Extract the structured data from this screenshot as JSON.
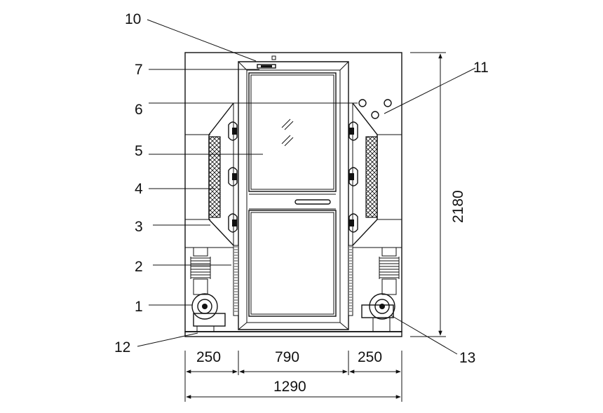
{
  "callouts": [
    {
      "id": "10",
      "label": "10"
    },
    {
      "id": "7",
      "label": "7"
    },
    {
      "id": "6",
      "label": "6"
    },
    {
      "id": "5",
      "label": "5"
    },
    {
      "id": "4",
      "label": "4"
    },
    {
      "id": "3",
      "label": "3"
    },
    {
      "id": "2",
      "label": "2"
    },
    {
      "id": "1",
      "label": "1"
    },
    {
      "id": "12",
      "label": "12"
    },
    {
      "id": "11",
      "label": "11"
    },
    {
      "id": "13",
      "label": "13"
    }
  ],
  "dimensions": {
    "left_width": "250",
    "center_width": "790",
    "right_width": "250",
    "total_width": "1290",
    "height": "2180"
  }
}
